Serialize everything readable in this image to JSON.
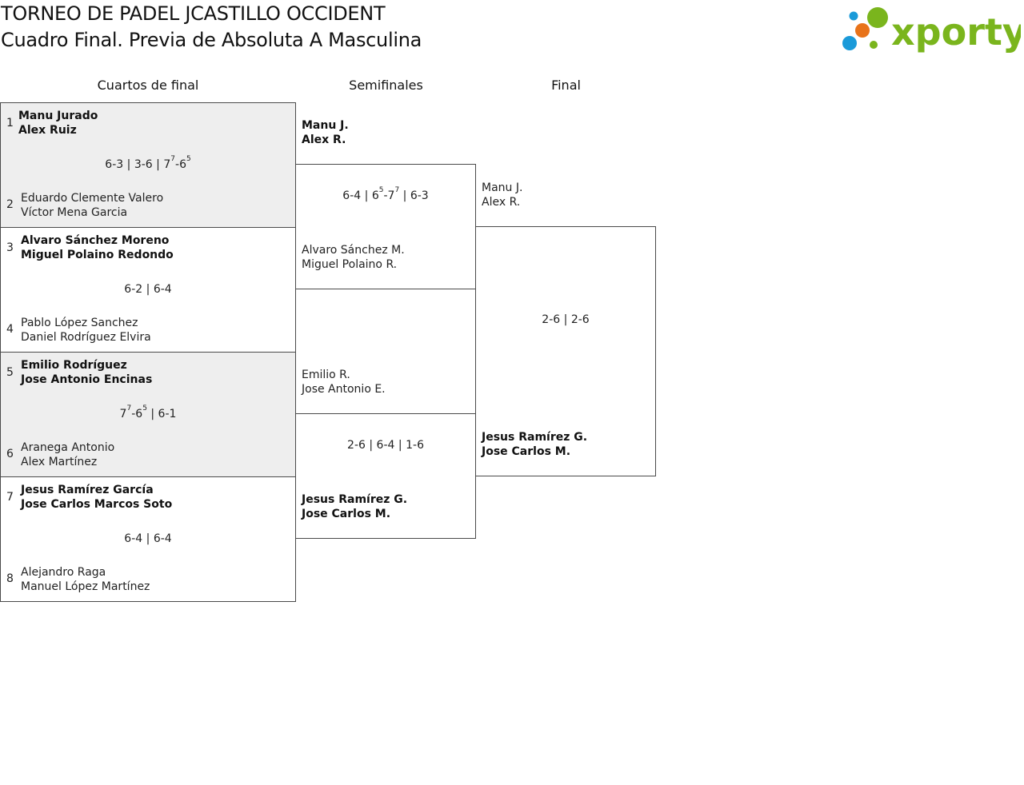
{
  "header": {
    "tournament": "TORNEO DE PADEL JCASTILLO OCCIDENT",
    "subtitle": "Cuadro Final. Previa de Absoluta A Masculina",
    "logo_text": "xporty",
    "logo_colors": {
      "text": "#7ab51d",
      "dot_blue": "#1a9ad9",
      "dot_orange": "#e8731a",
      "dot_green": "#7ab51d"
    }
  },
  "rounds": [
    "Cuartos de final",
    "Semifinales",
    "Final"
  ],
  "quarterfinals": [
    {
      "seed_a": "1",
      "team_a": [
        "Manu Jurado",
        "Alex Ruiz"
      ],
      "seed_b": "2",
      "team_b": [
        "Eduardo Clemente Valero",
        "Víctor Mena Garcia"
      ],
      "winner": "a",
      "score": [
        {
          "a": "6",
          "b": "3"
        },
        {
          "a": "3",
          "b": "6"
        },
        {
          "a": "7",
          "sa": "7",
          "b": "6",
          "sb": "5"
        }
      ]
    },
    {
      "seed_a": "3",
      "team_a": [
        "Alvaro Sánchez Moreno",
        "Miguel Polaino Redondo"
      ],
      "seed_b": "4",
      "team_b": [
        "Pablo López Sanchez",
        "Daniel Rodríguez Elvira"
      ],
      "winner": "a",
      "score": [
        {
          "a": "6",
          "b": "2"
        },
        {
          "a": "6",
          "b": "4"
        }
      ]
    },
    {
      "seed_a": "5",
      "team_a": [
        "Emilio Rodríguez",
        "Jose Antonio Encinas"
      ],
      "seed_b": "6",
      "team_b": [
        "Aranega Antonio",
        "Alex Martínez"
      ],
      "winner": "a",
      "score": [
        {
          "a": "7",
          "sa": "7",
          "b": "6",
          "sb": "5"
        },
        {
          "a": "6",
          "b": "1"
        }
      ]
    },
    {
      "seed_a": "7",
      "team_a": [
        "Jesus Ramírez García",
        "Jose Carlos Marcos Soto"
      ],
      "seed_b": "8",
      "team_b": [
        "Alejandro Raga",
        "Manuel López Martínez"
      ],
      "winner": "a",
      "score": [
        {
          "a": "6",
          "b": "4"
        },
        {
          "a": "6",
          "b": "4"
        }
      ]
    }
  ],
  "semifinals": [
    {
      "team_a": [
        "Manu J.",
        "Alex R."
      ],
      "team_b": [
        "Alvaro Sánchez M.",
        "Miguel Polaino R."
      ],
      "winner": "a",
      "score": [
        {
          "a": "6",
          "b": "4"
        },
        {
          "a": "6",
          "sa": "5",
          "b": "7",
          "sb": "7"
        },
        {
          "a": "6",
          "b": "3"
        }
      ]
    },
    {
      "team_a": [
        "Emilio R.",
        "Jose Antonio E."
      ],
      "team_b": [
        "Jesus Ramírez G.",
        "Jose Carlos M."
      ],
      "winner": "b",
      "score": [
        {
          "a": "2",
          "b": "6"
        },
        {
          "a": "6",
          "b": "4"
        },
        {
          "a": "1",
          "b": "6"
        }
      ]
    }
  ],
  "final": {
    "team_a": [
      "Manu J.",
      "Alex R."
    ],
    "team_b": [
      "Jesus Ramírez G.",
      "Jose Carlos M."
    ],
    "winner": "b",
    "score": [
      {
        "a": "2",
        "b": "6"
      },
      {
        "a": "2",
        "b": "6"
      }
    ]
  }
}
